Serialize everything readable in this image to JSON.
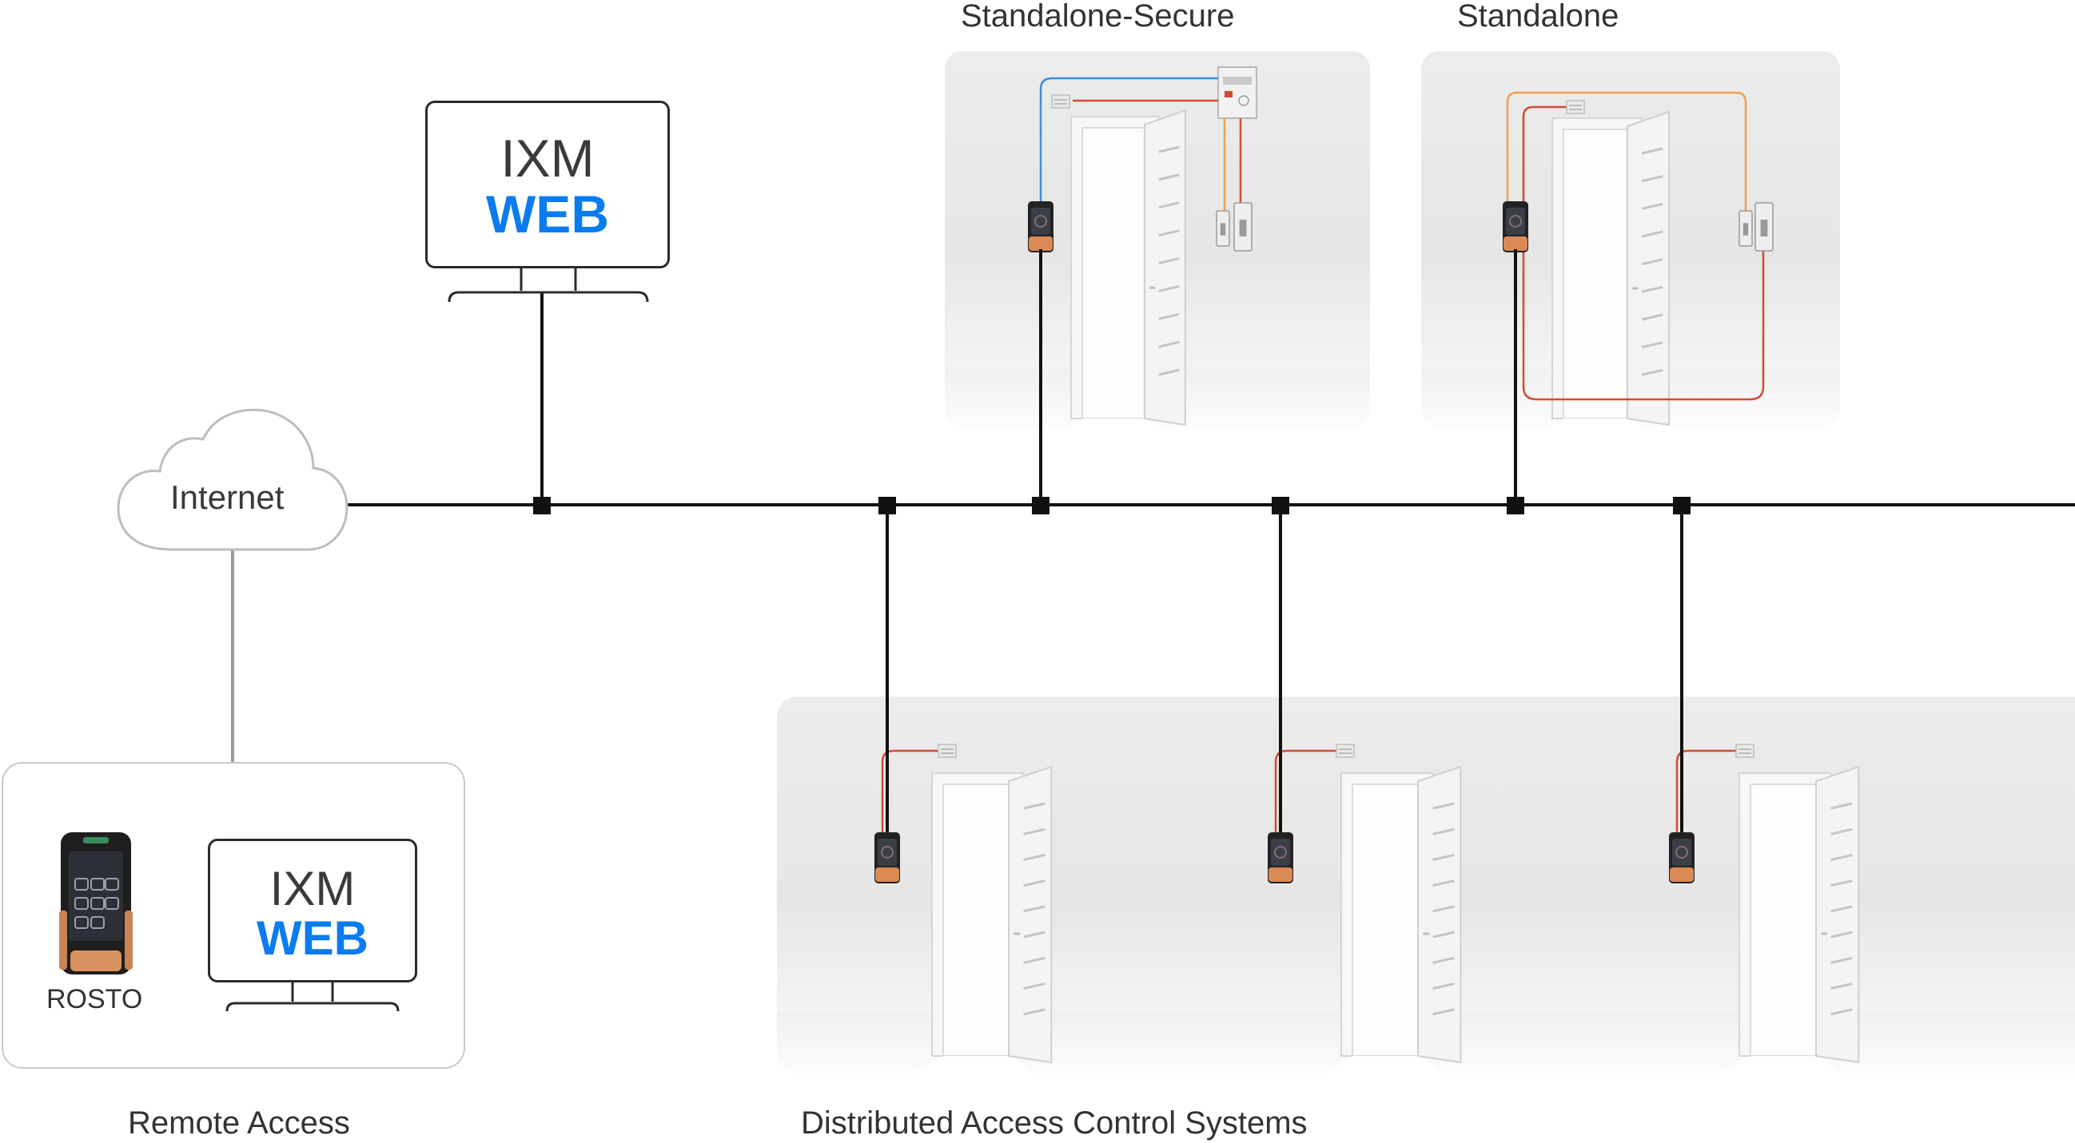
{
  "labels": {
    "standalone_secure": "Standalone-Secure",
    "standalone": "Standalone",
    "internet": "Internet",
    "rosto": "ROSTO",
    "remote_access": "Remote Access",
    "distributed": "Distributed Access Control Systems"
  },
  "monitors": {
    "top": {
      "line1": "IXM",
      "line2": "WEB"
    },
    "remote": {
      "line1": "IXM",
      "line2": "WEB"
    }
  },
  "colors": {
    "bus_line": "#111111",
    "web_blue": "#0a7cf0",
    "wire_red": "#d44a33",
    "wire_orange": "#f0a050",
    "wire_blue": "#3a8ee0",
    "device_accent": "#d98a55"
  },
  "icons": {
    "cloud": "cloud-icon",
    "device": "biometric-reader-icon",
    "door": "open-door-icon",
    "monitor": "monitor-icon"
  }
}
